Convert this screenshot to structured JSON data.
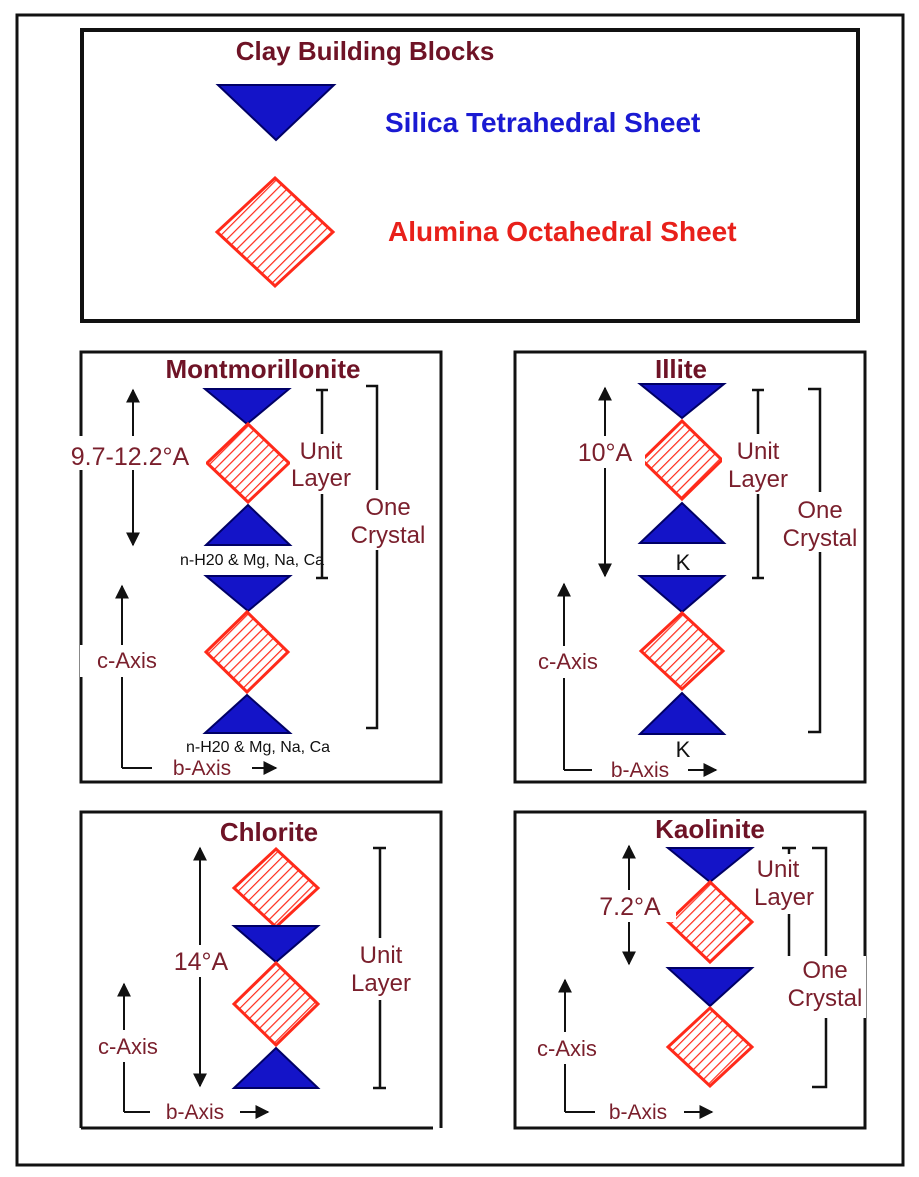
{
  "legend": {
    "title": "Clay Building Blocks",
    "silica_label": "Silica Tetrahedral Sheet",
    "alumina_label": "Alumina Octahedral Sheet"
  },
  "colors": {
    "tetrahedral": "#1414c8",
    "octahedral": "#ff2a1a",
    "title_text": "#6e1326",
    "silica_text": "#1a1ad2",
    "alumina_text": "#e8201a",
    "annotation_text": "#7a1f2c"
  },
  "montmorillonite": {
    "title": "Montmorillonite",
    "spacing": "9.7-12.2°A",
    "unit_line1": "Unit",
    "unit_line2": "Layer",
    "crystal_line1": "One",
    "crystal_line2": "Crystal",
    "interlayer_1": "n-H20 & Mg, Na, Ca",
    "interlayer_2": "n-H20 & Mg, Na, Ca",
    "c_axis": "c-Axis",
    "b_axis": "b-Axis"
  },
  "illite": {
    "title": "Illite",
    "spacing": "10°A",
    "unit_line1": "Unit",
    "unit_line2": "Layer",
    "crystal_line1": "One",
    "crystal_line2": "Crystal",
    "k_label_1": "K",
    "k_label_2": "K",
    "c_axis": "c-Axis",
    "b_axis": "b-Axis"
  },
  "chlorite": {
    "title": "Chlorite",
    "spacing": "14°A",
    "unit_line1": "Unit",
    "unit_line2": "Layer",
    "c_axis": "c-Axis",
    "b_axis": "b-Axis"
  },
  "kaolinite": {
    "title": "Kaolinite",
    "spacing": "7.2°A",
    "unit_line1": "Unit",
    "unit_line2": "Layer",
    "crystal_line1": "One",
    "crystal_line2": "Crystal",
    "c_axis": "c-Axis",
    "b_axis": "b-Axis"
  }
}
